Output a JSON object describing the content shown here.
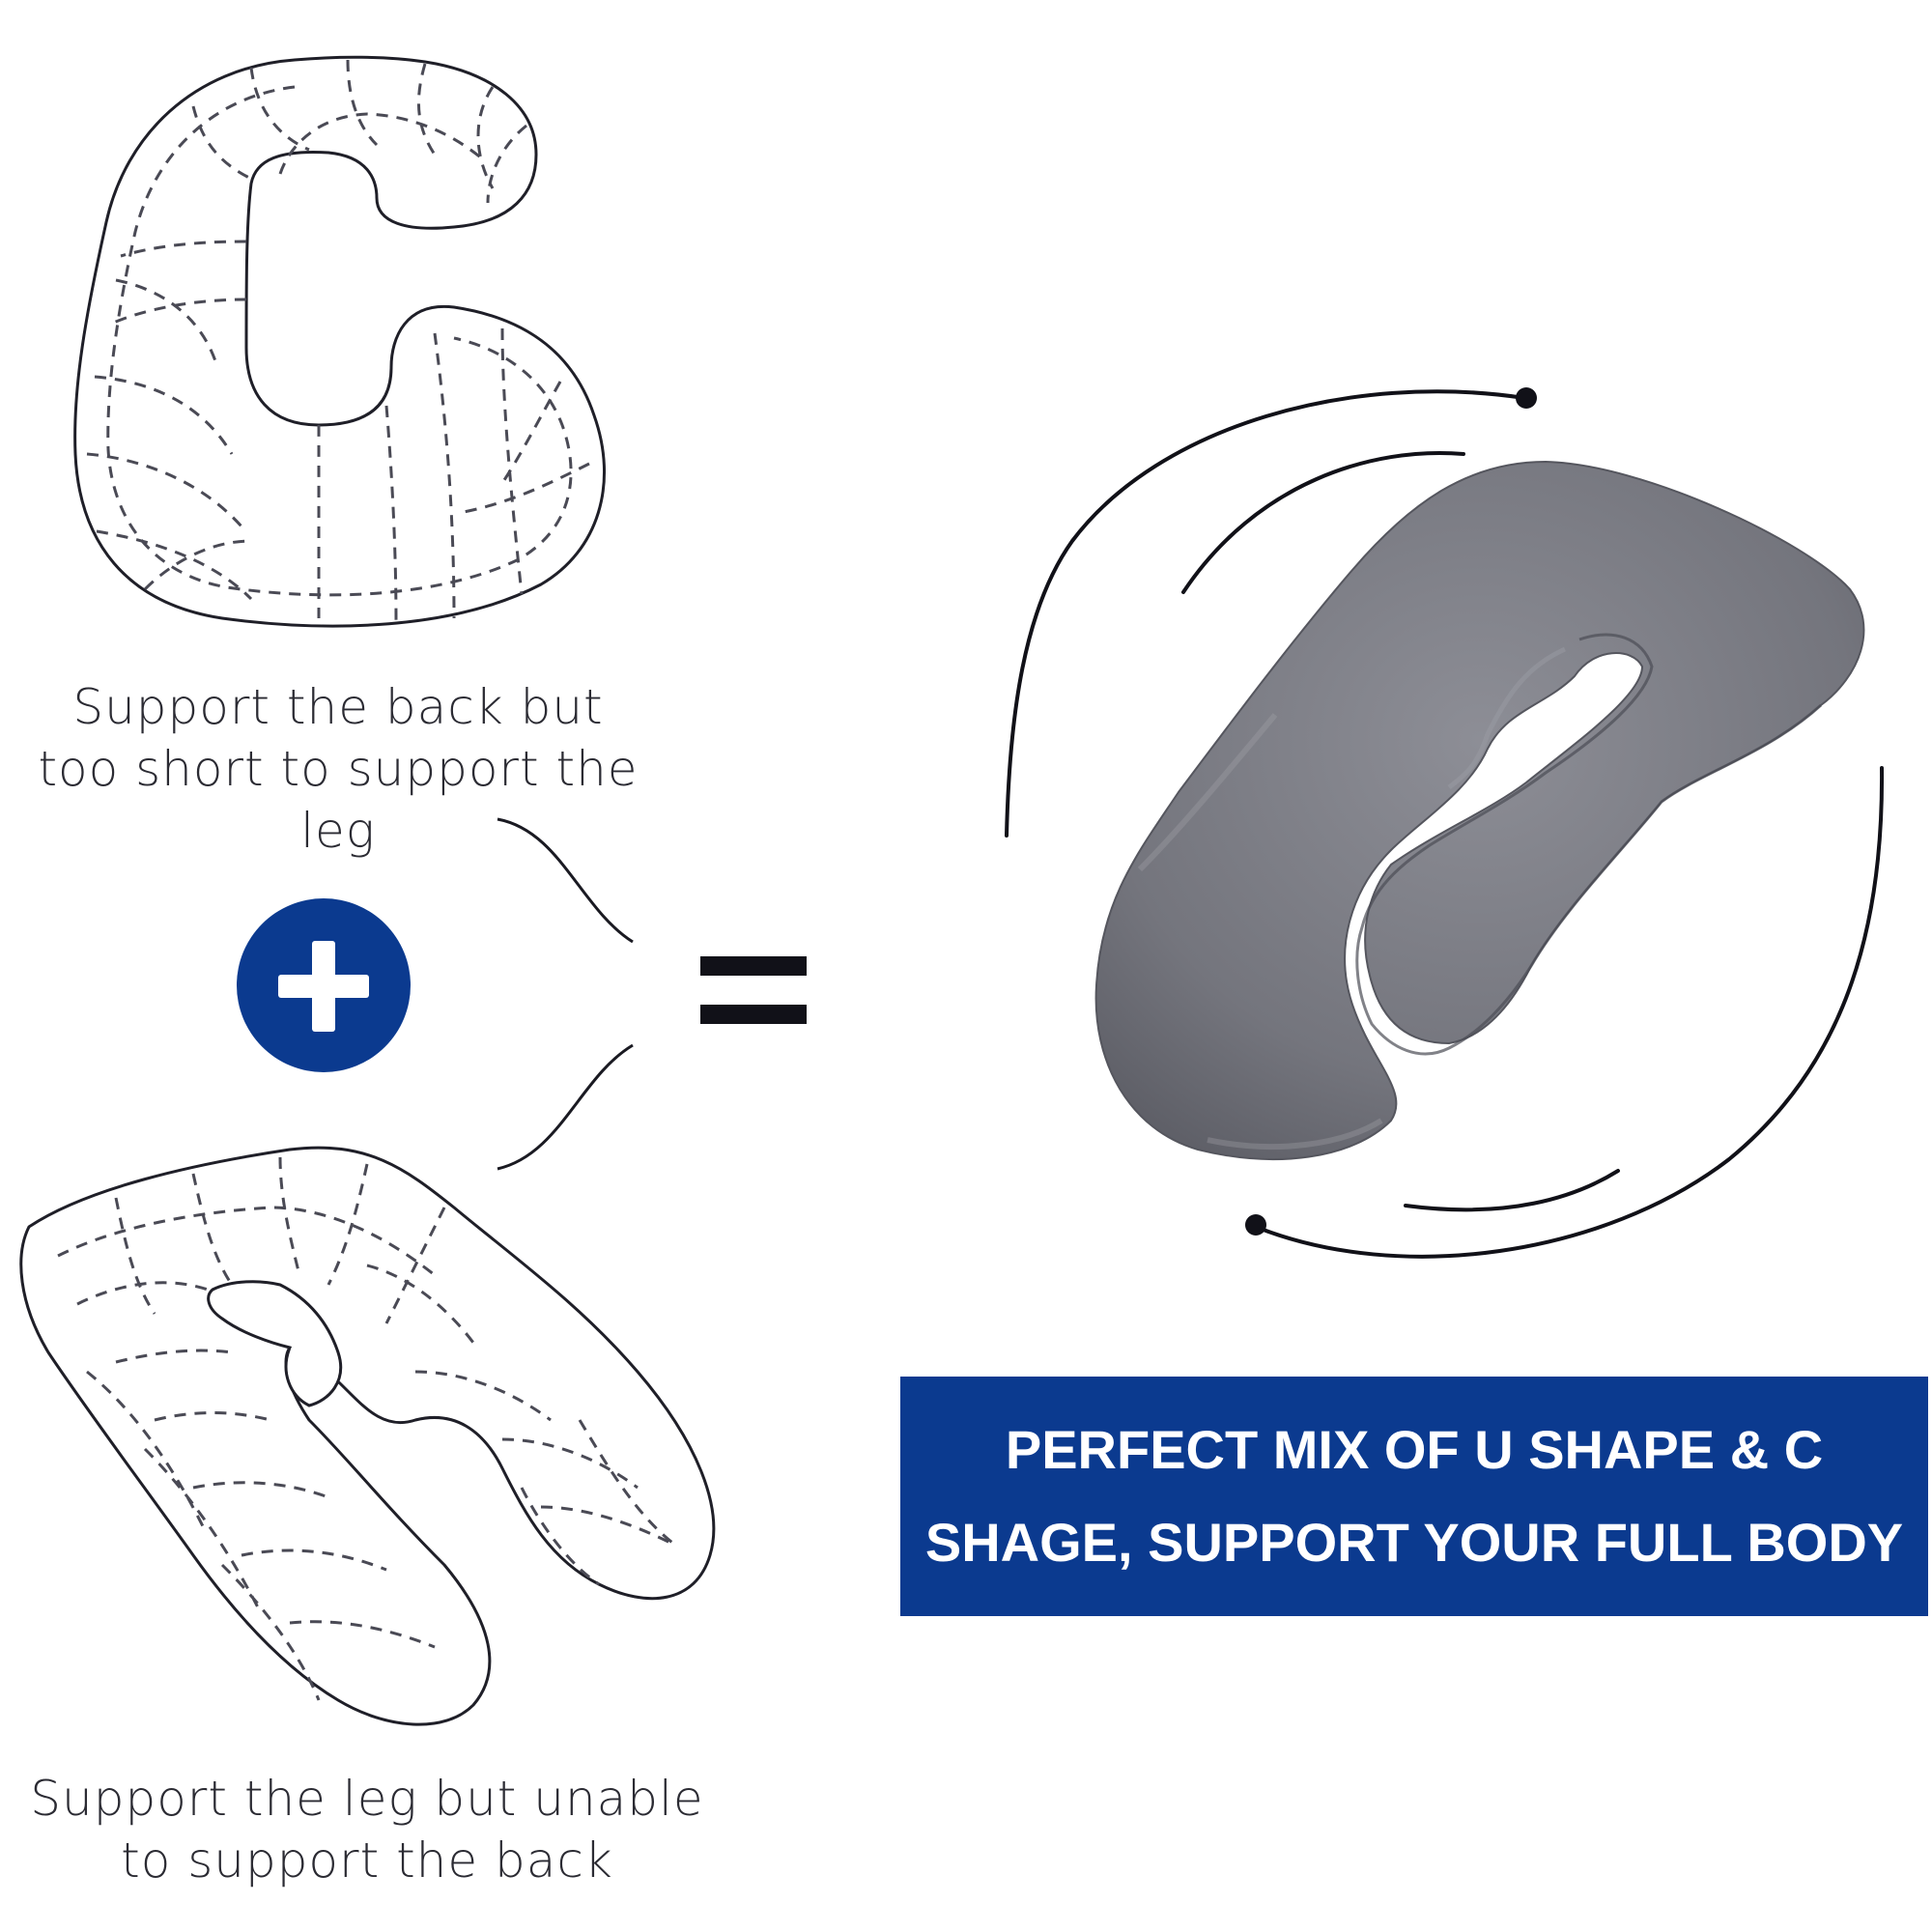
{
  "captions": {
    "c_shape": {
      "line1": "Support the back but",
      "line2": "too short to support the leg"
    },
    "u_shape": {
      "line1": "Support the leg but unable",
      "line2": "to support the back"
    }
  },
  "banner": {
    "line1": "PERFECT MIX OF U SHAPE & C",
    "line2": "SHAGE, SUPPORT YOUR FULL BODY"
  },
  "colors": {
    "accent_blue": "#0b3a8f",
    "pillow_gray": "#7b7c84",
    "line_dark": "#1a1a22"
  },
  "icons": {
    "plus": "plus-circle-icon",
    "equals": "equals-icon"
  }
}
